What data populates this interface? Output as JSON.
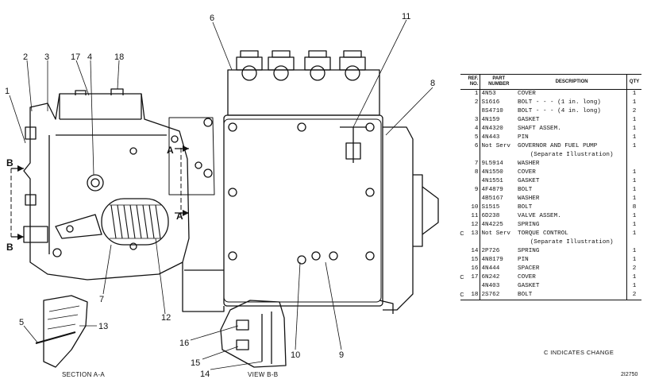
{
  "callouts": {
    "c1": "1",
    "c2": "2",
    "c3": "3",
    "c4": "4",
    "c5": "5",
    "c6": "6",
    "c7": "7",
    "c8": "8",
    "c9": "9",
    "c10": "10",
    "c11": "11",
    "c12": "12",
    "c13": "13",
    "c14": "14",
    "c15": "15",
    "c16": "16",
    "c17": "17",
    "c18": "18"
  },
  "view_markers": {
    "b_top": "B",
    "b_bottom": "B",
    "a_top": "A",
    "a_bottom": "A"
  },
  "captions": {
    "section": "SECTION A-A",
    "view": "VIEW B-B"
  },
  "table": {
    "headers": {
      "ref": "REF. NO.",
      "part": "PART NUMBER",
      "desc": "DESCRIPTION",
      "qty": "QTY"
    },
    "rows": [
      {
        "chg": "",
        "ref": "1",
        "part": "4N53",
        "desc": "COVER",
        "qty": "1"
      },
      {
        "chg": "",
        "ref": "2",
        "part": "S1616",
        "desc": "BOLT - - - (1 in. long)",
        "qty": "1"
      },
      {
        "chg": "",
        "ref": "",
        "part": "8S4710",
        "desc": "BOLT - - - (4 in. long)",
        "qty": "2"
      },
      {
        "chg": "",
        "ref": "3",
        "part": "4N159",
        "desc": "GASKET",
        "qty": "1"
      },
      {
        "chg": "",
        "ref": "4",
        "part": "4N4320",
        "desc": "SHAFT ASSEM.",
        "qty": "1"
      },
      {
        "chg": "",
        "ref": "5",
        "part": "4N443",
        "desc": "PIN",
        "qty": "1"
      },
      {
        "chg": "",
        "ref": "6",
        "part": "Not Serv",
        "desc": "GOVERNOR AND FUEL PUMP",
        "qty": "1"
      },
      {
        "chg": "",
        "ref": "",
        "part": "",
        "desc": "(Separate Illustration)",
        "qty": ""
      },
      {
        "chg": "",
        "ref": "7",
        "part": "9L5914",
        "desc": "WASHER",
        "qty": ""
      },
      {
        "chg": "",
        "ref": "8",
        "part": "4N1550",
        "desc": "COVER",
        "qty": "1"
      },
      {
        "chg": "",
        "ref": "",
        "part": "4N1551",
        "desc": "GASKET",
        "qty": "1"
      },
      {
        "chg": "",
        "ref": "9",
        "part": "4F4879",
        "desc": "BOLT",
        "qty": "1"
      },
      {
        "chg": "",
        "ref": "",
        "part": "4B5167",
        "desc": "WASHER",
        "qty": "1"
      },
      {
        "chg": "",
        "ref": "10",
        "part": "S1515",
        "desc": "BOLT",
        "qty": "8"
      },
      {
        "chg": "",
        "ref": "11",
        "part": "6D238",
        "desc": "VALVE ASSEM.",
        "qty": "1"
      },
      {
        "chg": "",
        "ref": "12",
        "part": "4N4225",
        "desc": "SPRING",
        "qty": "1"
      },
      {
        "chg": "C",
        "ref": "13",
        "part": "Not Serv",
        "desc": "TORQUE CONTROL",
        "qty": "1"
      },
      {
        "chg": "",
        "ref": "",
        "part": "",
        "desc": "(Separate Illustration)",
        "qty": ""
      },
      {
        "chg": "",
        "ref": "14",
        "part": "2P726",
        "desc": "SPRING",
        "qty": "1"
      },
      {
        "chg": "",
        "ref": "15",
        "part": "4N8179",
        "desc": "PIN",
        "qty": "1"
      },
      {
        "chg": "",
        "ref": "16",
        "part": "4N444",
        "desc": "SPACER",
        "qty": "2"
      },
      {
        "chg": "C",
        "ref": "17",
        "part": "6N242",
        "desc": "COVER",
        "qty": "1"
      },
      {
        "chg": "",
        "ref": "",
        "part": "4N403",
        "desc": "GASKET",
        "qty": "1"
      },
      {
        "chg": "C",
        "ref": "18",
        "part": "2S762",
        "desc": "BOLT",
        "qty": "2"
      }
    ]
  },
  "change_note": "C INDICATES CHANGE",
  "illustration_number": "2I2750"
}
